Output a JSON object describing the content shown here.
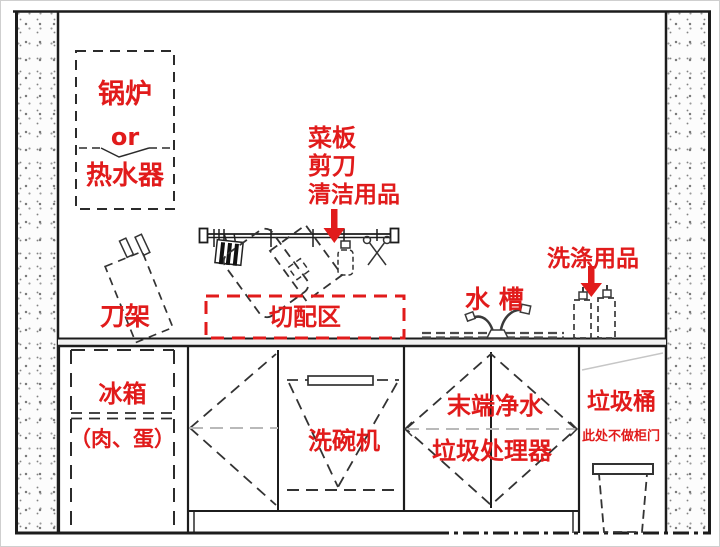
{
  "labels": {
    "boiler_box": {
      "line1": "锅炉",
      "line2": "or",
      "line3": "热水器"
    },
    "rail_items": {
      "line1": "菜板",
      "line2": "剪刀",
      "line3": "清洁用品"
    },
    "knife_rack": "刀架",
    "prep_area": "切配区",
    "sink": "水 槽",
    "washing_supplies": "洗涤用品",
    "fridge": {
      "line1": "冰箱",
      "line2": "（肉、蛋）"
    },
    "dishwasher": "洗碗机",
    "sink_cabinet": {
      "line1": "末端净水",
      "line2": "垃圾处理器"
    },
    "trash_area": {
      "line1": "垃圾桶",
      "line2": "此处不做柜门"
    }
  },
  "colors": {
    "annotation_red": "#e11b1b",
    "line_black": "#1c1c1c",
    "muted_gray": "#b9b9b9"
  }
}
